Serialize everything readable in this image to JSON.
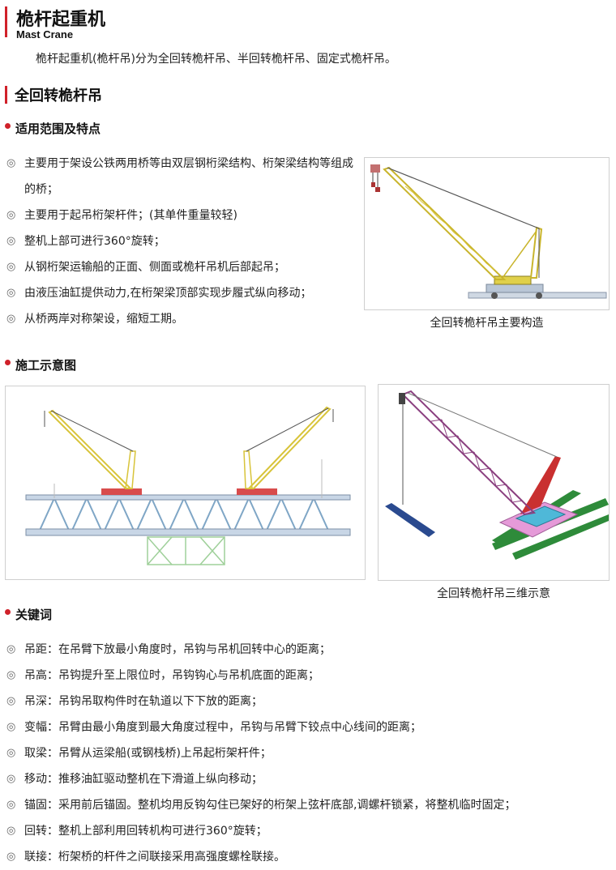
{
  "header": {
    "title": "桅杆起重机",
    "subtitle": "Mast Crane"
  },
  "intro": "桅杆起重机(桅杆吊)分为全回转桅杆吊、半回转桅杆吊、固定式桅杆吊。",
  "section": {
    "title": "全回转桅杆吊"
  },
  "scope": {
    "title": "适用范围及特点",
    "items": [
      "主要用于架设公铁两用桥等由双层钢桁梁结构、桁架梁结构等组成的桥；",
      "主要用于起吊桁架杆件；(其单件重量较轻)",
      "整机上部可进行360°旋转；",
      "从钢桁架运输船的正面、侧面或桅杆吊机后部起吊；",
      "由液压油缸提供动力,在桁架梁顶部实现步履式纵向移动；",
      "从桥两岸对称架设，缩短工期。"
    ],
    "figure_caption": "全回转桅杆吊主要构造"
  },
  "construction": {
    "title": "施工示意图",
    "figure_caption": "全回转桅杆吊三维示意"
  },
  "keywords": {
    "title": "关键词",
    "items": [
      "吊距：在吊臂下放最小角度时，吊钩与吊机回转中心的距离；",
      "吊高：吊钩提升至上限位时，吊钩钩心与吊机底面的距离；",
      "吊深：吊钩吊取构件时在轨道以下下放的距离；",
      "变幅：吊臂由最小角度到最大角度过程中，吊钩与吊臂下铰点中心线间的距离；",
      "取梁：吊臂从运梁船(或钢栈桥)上吊起桁架杆件；",
      "移动：推移油缸驱动整机在下滑道上纵向移动；",
      "锚固：采用前后锚固。整机均用反钩勾住已架好的桁架上弦杆底部,调螺杆锁紧，将整机临时固定；",
      "回转：整机上部利用回转机构可进行360°旋转；",
      "联接：桁架桥的杆件之间联接采用高强度螺栓联接。"
    ]
  },
  "bullet_symbol": "◎",
  "colors": {
    "accent": "#d0212a",
    "crane_yellow": "#e8d84a",
    "lattice_purple": "#8a3f7f",
    "beam_green": "#2e8b3a",
    "beam_blue": "#2a4a8f"
  }
}
